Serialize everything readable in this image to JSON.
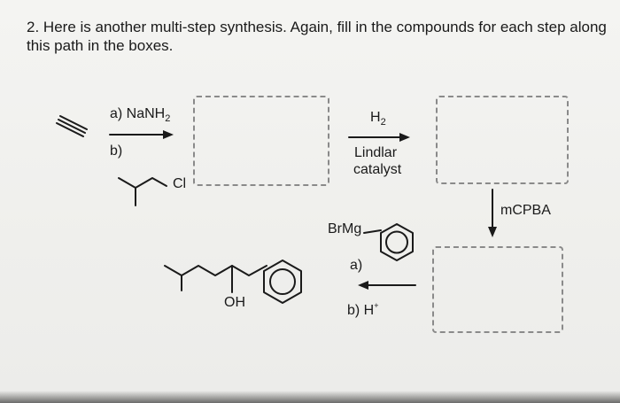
{
  "question": {
    "number": "2.",
    "text": "Here is another multi-step synthesis. Again, fill in the compounds for each step along this path in the boxes."
  },
  "step1": {
    "reagent_a": "a) NaNH",
    "reagent_a_sub": "2",
    "reagent_b": "b)",
    "leaving_group": "Cl"
  },
  "step2": {
    "reagent": "H",
    "reagent_sub": "2",
    "catalyst_line1": "Lindlar",
    "catalyst_line2": "catalyst"
  },
  "step3": {
    "reagent": "mCPBA"
  },
  "step4": {
    "grignard": "BrMg",
    "reagent_a": "a)",
    "reagent_b": "b) H",
    "reagent_b_sup": "+"
  },
  "product": {
    "hydroxyl": "OH"
  },
  "colors": {
    "ink": "#1a1a1a",
    "box_border": "#8a8a8a",
    "paper": "#f1f1ef"
  }
}
